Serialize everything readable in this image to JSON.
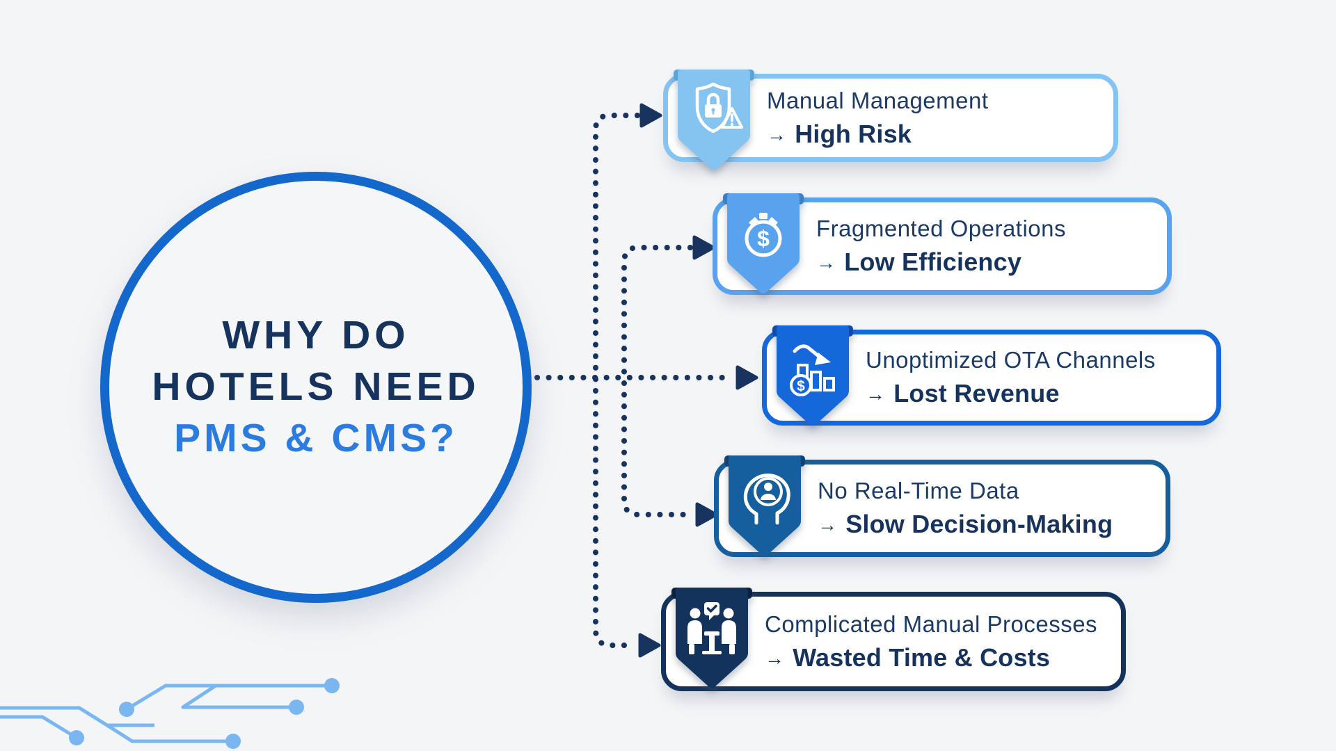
{
  "background_color": "#f4f5f7",
  "circle": {
    "line1": "WHY DO",
    "line2": "HOTELS NEED",
    "line3": "PMS & CMS?",
    "ring_color": "#1568cb",
    "title_color": "#16335d",
    "accent_text_color": "#2c7ce0"
  },
  "connector_color": "#17335e",
  "decoration_color": "#7ab7f1",
  "items": [
    {
      "label": "Manual Management",
      "arrow": "→",
      "result": "High Risk",
      "icon": "shield-lock-warning-icon",
      "accent": "#85c4f1",
      "accent_dark": "#5ca4d8"
    },
    {
      "label": "Fragmented Operations",
      "arrow": "→",
      "result": "Low Efficiency",
      "icon": "stopwatch-dollar-icon",
      "accent": "#59a3ee",
      "accent_dark": "#3d7fc6"
    },
    {
      "label": "Unoptimized OTA Channels",
      "arrow": "→",
      "result": "Lost Revenue",
      "icon": "declining-chart-dollar-icon",
      "accent": "#1568d9",
      "accent_dark": "#0e4ba6"
    },
    {
      "label": "No Real-Time Data",
      "arrow": "→",
      "result": "Slow Decision-Making",
      "icon": "head-profile-person-icon",
      "accent": "#155f9e",
      "accent_dark": "#0e4374"
    },
    {
      "label": "Complicated Manual Processes",
      "arrow": "→",
      "result": "Wasted Time & Costs",
      "icon": "meeting-discussion-icon",
      "accent": "#14335c",
      "accent_dark": "#0b2140"
    }
  ]
}
